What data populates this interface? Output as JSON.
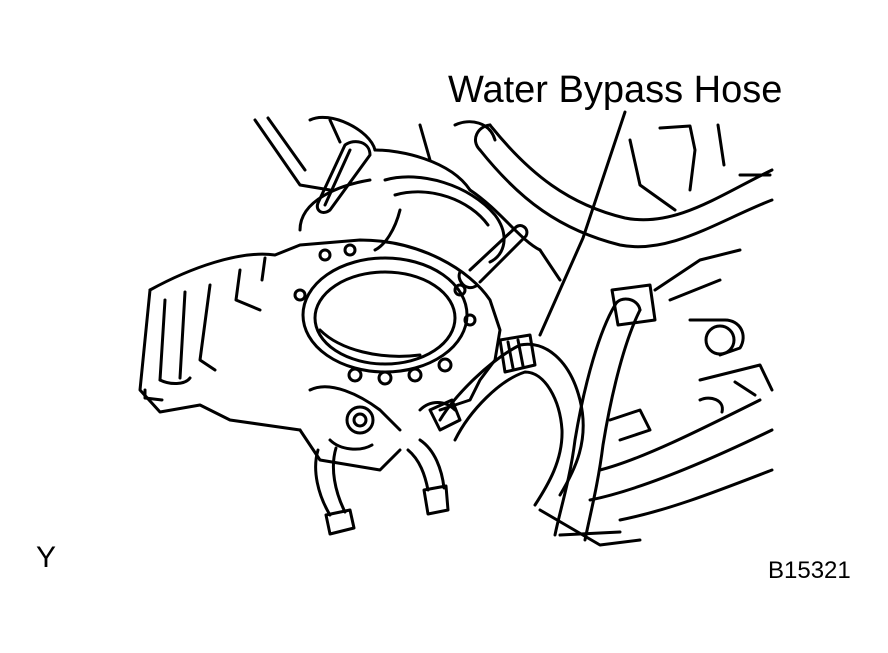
{
  "diagram": {
    "callout": "Water Bypass Hose",
    "view_label": "Y",
    "figure_code": "B15321",
    "line_color": "#000000",
    "background_color": "#ffffff"
  }
}
